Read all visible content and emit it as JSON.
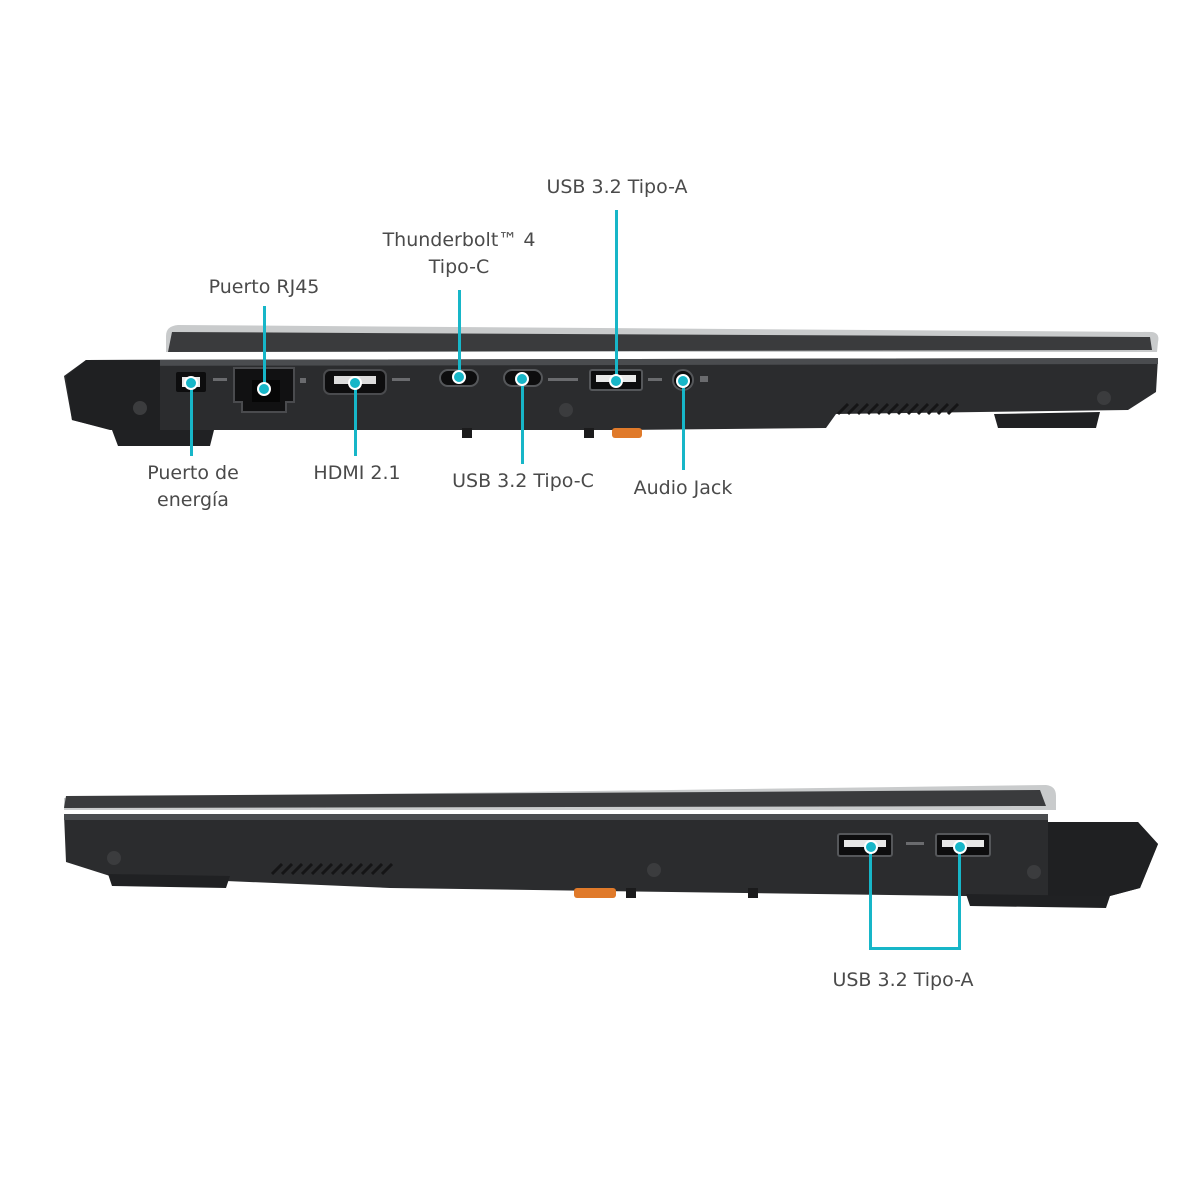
{
  "colors": {
    "callout": "#17b6c8",
    "body": "#2a2a2a",
    "lid_silver": "#c9cbcc",
    "accent_orange": "#e07a2a",
    "label_text": "#4a4a4a"
  },
  "left_view": {
    "labels": {
      "rj45": "Puerto RJ45",
      "thunderbolt_line1": "Thunderbolt™ 4",
      "thunderbolt_line2": "Tipo-C",
      "usb_a": "USB 3.2 Tipo-A",
      "power_line1": "Puerto de",
      "power_line2": "energía",
      "hdmi": "HDMI 2.1",
      "usb_c": "USB 3.2 Tipo-C",
      "audio": "Audio Jack"
    }
  },
  "right_view": {
    "labels": {
      "usb_a": "USB 3.2 Tipo-A"
    }
  }
}
